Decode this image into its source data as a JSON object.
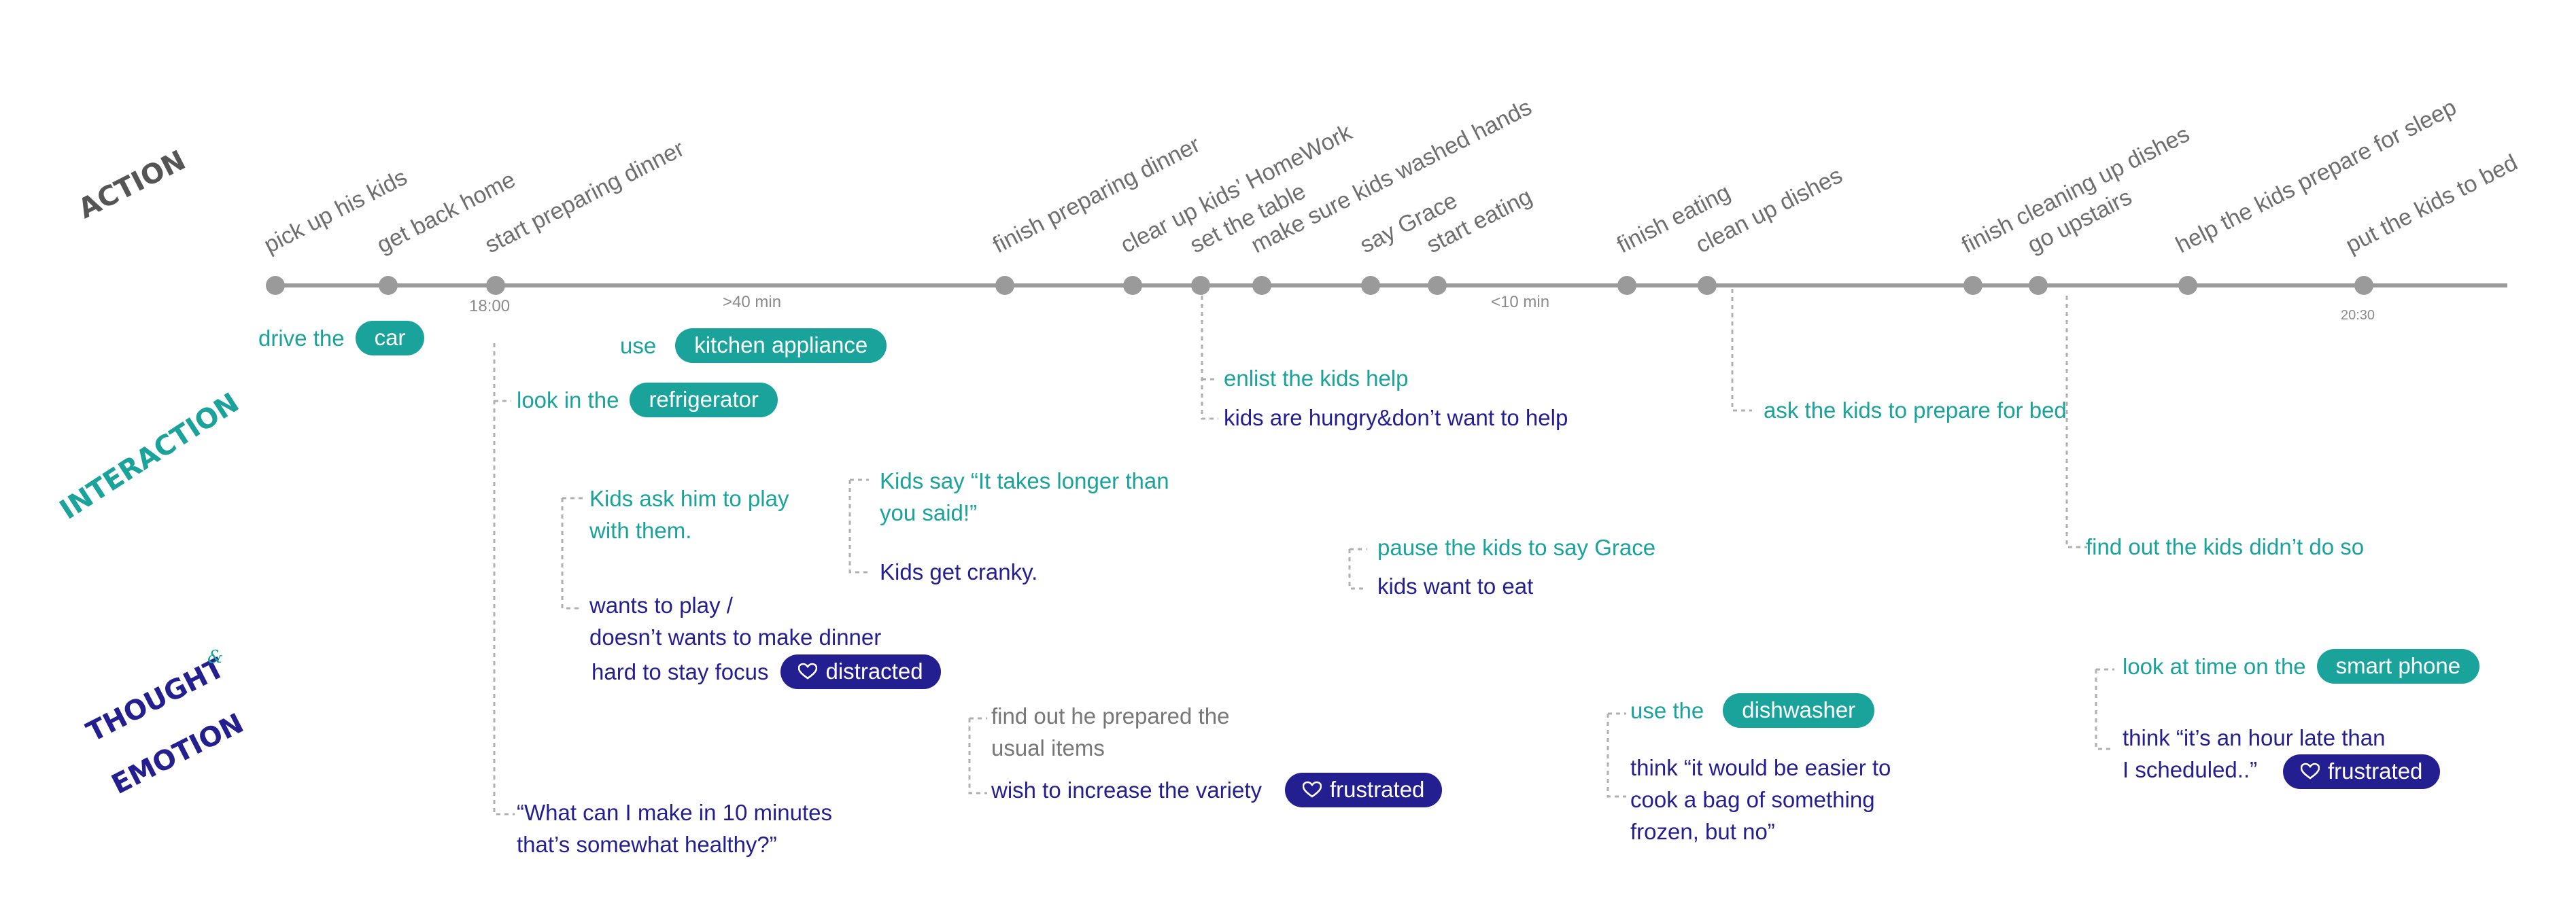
{
  "sections": {
    "action": "ACTION",
    "interaction": "INTERACTION",
    "thought_line1": "THOUGHT",
    "thought_amp": "&",
    "thought_line2": "EMOTION"
  },
  "actions": [
    "pick up his kids",
    "get back home",
    "start preparing dinner",
    "finish preparing dinner",
    "clear up kids’ HomeWork",
    "set the table",
    "make sure kids washed hands",
    "say Grace",
    "start eating",
    "finish eating",
    "clean up dishes",
    "finish cleaning up dishes",
    "go upstairs",
    "help the kids prepare for sleep",
    "put the kids to bed"
  ],
  "timeline_marks": {
    "start_time": "18:00",
    "gap_1": ">40 min",
    "gap_2": "<10 min",
    "end_time": "20:30"
  },
  "notes": {
    "drive_the": "drive the",
    "car": "car",
    "use_1": "use",
    "kitchen_appliance": "kitchen appliance",
    "look_in_the": "look in the",
    "refrigerator": "refrigerator",
    "enlist_help": "enlist the kids help",
    "kids_hungry": "kids are hungry&don’t want to help",
    "ask_prepare_bed": "ask the kids to prepare for bed",
    "kids_ask_play": "Kids ask him to play\nwith them.",
    "kids_say_longer": "Kids say “It takes longer than\nyou said!”",
    "kids_cranky": "Kids get cranky.",
    "pause_grace": "pause  the  kids to say Grace",
    "kids_want_eat": "kids  want to eat",
    "find_out_didnt": "find out the kids didn’t do so",
    "wants_to_play": "wants to play  /\ndoesn’t wants to make dinner",
    "hard_focus": "hard to stay focus",
    "distracted": "distracted",
    "look_time": "look at time on the",
    "smart_phone": "smart phone",
    "find_usual": "find out he prepared the\nusual items",
    "wish_variety": "wish to increase the variety",
    "frustrated_1": "frustrated",
    "use_2": "use the",
    "dishwasher": "dishwasher",
    "think_late": "think “it’s an hour late than\nI scheduled..”",
    "frustrated_2": "frustrated",
    "think_easier": "think “it would be easier to\ncook a bag of something\nfrozen, but no”",
    "what_make": "“What can I make in 10 minutes\nthat’s somewhat healthy?”"
  },
  "colors": {
    "teal": "#1aa39a",
    "navy": "#231f91",
    "timeline": "#9a9a9a",
    "connector": "#b0b0b0"
  },
  "icons": {
    "emotion_badge": "heart-icon"
  }
}
